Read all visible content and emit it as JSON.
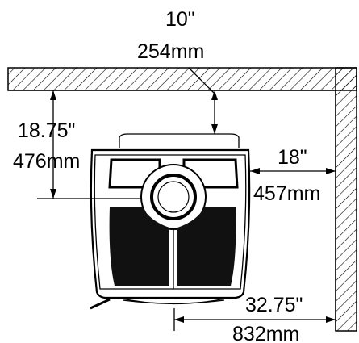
{
  "labels": {
    "ceiling_clearance_in": "10\"",
    "ceiling_clearance_mm": "254mm",
    "rear_clearance_in": "18.75\"",
    "rear_clearance_mm": "476mm",
    "side_clearance_in": "18\"",
    "side_clearance_mm": "457mm",
    "depth_in": "32.75\"",
    "depth_mm": "832mm"
  },
  "colors": {
    "ink": "#000000",
    "panel": "#111111",
    "background": "#ffffff"
  }
}
